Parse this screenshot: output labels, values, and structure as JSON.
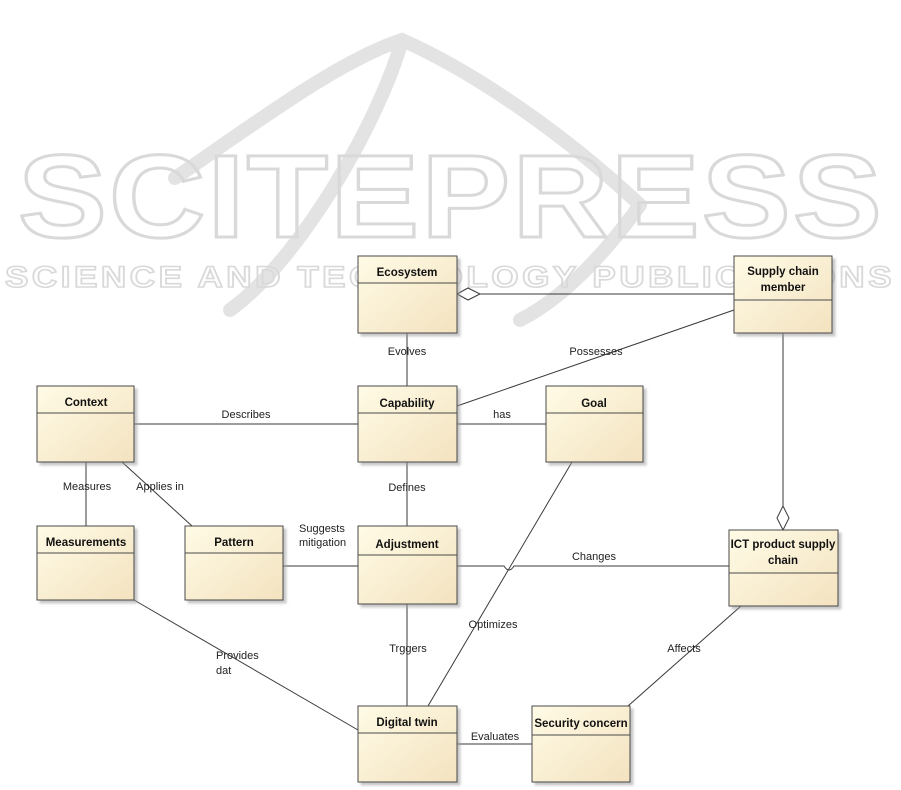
{
  "watermark": {
    "title": "SCITEPRESS",
    "subtitle": "SCIENCE AND TECHNOLOGY PUBLICATIONS"
  },
  "classes": {
    "ecosystem": "Ecosystem",
    "supply_chain_member": [
      "Supply chain",
      "member"
    ],
    "context": "Context",
    "capability": "Capability",
    "goal": "Goal",
    "measurements": "Measurements",
    "pattern": "Pattern",
    "adjustment": "Adjustment",
    "ict_product_supply_chain": [
      "ICT product supply",
      "chain"
    ],
    "digital_twin": "Digital twin",
    "security_concern": "Security concern"
  },
  "relations": {
    "evolves": "Evolves",
    "possesses": "Possesses",
    "describes": "Describes",
    "has": "has",
    "measures": "Measures",
    "applies_in": "Applies in",
    "defines": "Defines",
    "suggests_mitigation": [
      "Suggests",
      "mitigation"
    ],
    "changes": "Changes",
    "optimizes": "Optimizes",
    "triggers": "Trggers",
    "provides_dat": [
      "Provides",
      "dat"
    ],
    "affects": "Affects",
    "evaluates": "Evaluates"
  },
  "colors": {
    "box_fill_top": "#fffbe6",
    "box_fill_bottom": "#f3e2bf",
    "box_border": "#4a4a4a",
    "line": "#3a3a3a",
    "watermark": "#d9d9d9"
  }
}
